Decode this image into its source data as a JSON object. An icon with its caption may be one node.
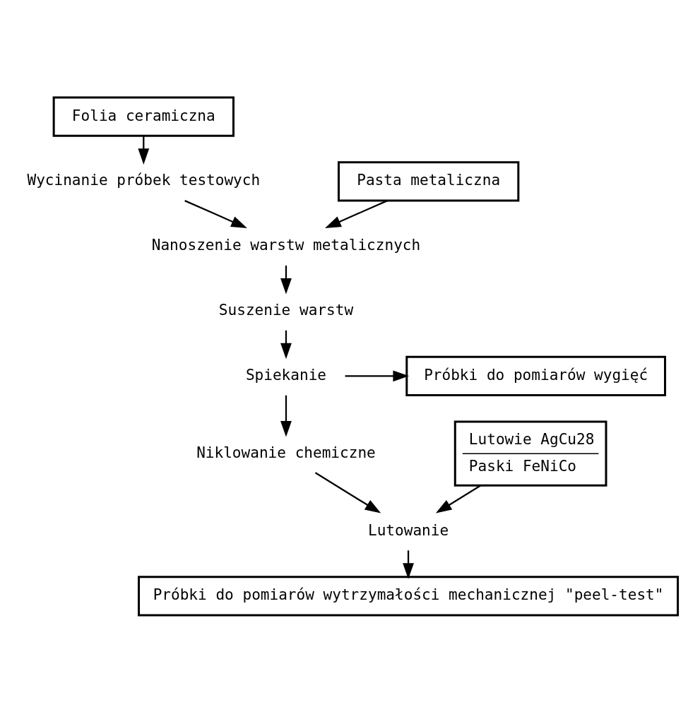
{
  "diagram": {
    "nodes": [
      {
        "text": [
          "Folia ceramiczna"
        ]
      },
      {
        "text": [
          "Wycinanie próbek testowych"
        ]
      },
      {
        "text": [
          "Pasta metaliczna"
        ]
      },
      {
        "text": [
          "Nanoszenie warstw metalicznych"
        ]
      },
      {
        "text": [
          "Suszenie warstw"
        ]
      },
      {
        "text": [
          "Spiekanie"
        ]
      },
      {
        "text": [
          "Próbki do pomiarów wygięć"
        ]
      },
      {
        "text": [
          "Niklowanie chemiczne"
        ]
      },
      {
        "text": [
          "Lutowie AgCu28",
          "Paski FeNiCo"
        ]
      },
      {
        "text": [
          "Lutowanie"
        ]
      },
      {
        "text": [
          "Próbki do pomiarów wytrzymałości mechanicznej \"peel-test\""
        ]
      }
    ],
    "edges": [
      {
        "from": 0,
        "to": 1,
        "arrow": "to"
      },
      {
        "from": 1,
        "to": 3,
        "arrow": "to"
      },
      {
        "from": 2,
        "to": 3,
        "arrow": "to"
      },
      {
        "from": 3,
        "to": 4,
        "arrow": "to"
      },
      {
        "from": 4,
        "to": 5,
        "arrow": "to"
      },
      {
        "from": 5,
        "to": 7,
        "arrow": "to"
      },
      {
        "from": 5,
        "to": 6,
        "arrow": "to"
      },
      {
        "from": 7,
        "to": 9,
        "arrow": "to"
      },
      {
        "from": 8,
        "to": 9,
        "arrow": "to"
      },
      {
        "from": 9,
        "to": 10,
        "arrow": "to"
      }
    ]
  }
}
